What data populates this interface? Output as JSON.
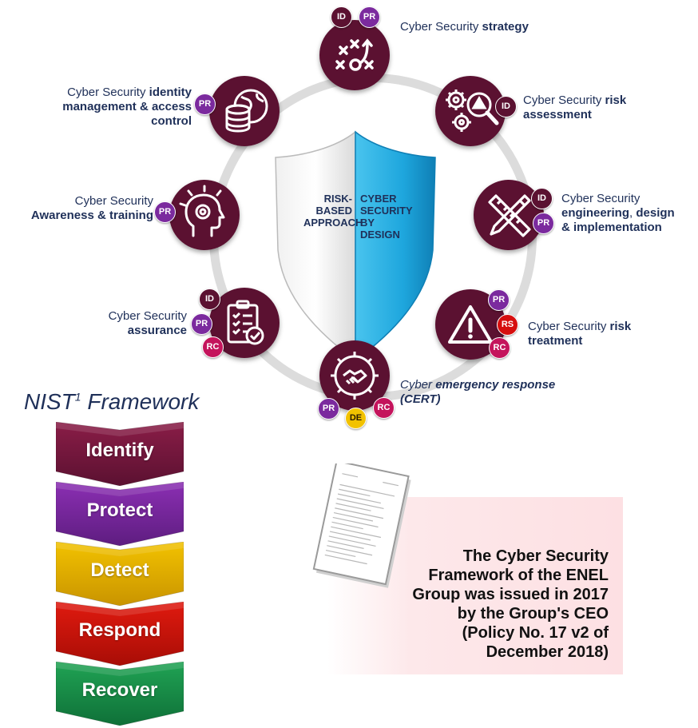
{
  "center": {
    "left": [
      "RISK-",
      "BASED",
      "APPROACH"
    ],
    "right": [
      "CYBER",
      "SECURITY",
      "BY",
      "DESIGN"
    ]
  },
  "nodes": {
    "strategy": {
      "pre": "Cyber Security ",
      "bold": "strategy",
      "badges": [
        "ID",
        "PR"
      ],
      "icon": "strategy-play-icon"
    },
    "risk_assessment": {
      "pre": "Cyber Security ",
      "bold1": "risk",
      "bold2": "assessment",
      "badges": [
        "ID"
      ],
      "icon": "gears-magnifier-icon"
    },
    "engineering": {
      "line1": "Cyber Security",
      "bold1": "engineering",
      "mid": ", ",
      "bold2": "design",
      "bold3": "& implementation",
      "badges": [
        "ID",
        "PR"
      ],
      "icon": "ruler-pencil-icon"
    },
    "risk_treatment": {
      "pre": "Cyber Security ",
      "bold1": "risk",
      "bold2": "treatment",
      "badges": [
        "PR",
        "RS",
        "RC"
      ],
      "icon": "warning-triangle-icon"
    },
    "emergency": {
      "pre": "Cyber ",
      "bold1": "emergency response",
      "bold2": "(CERT)",
      "badges": [
        "PR",
        "DE",
        "RC"
      ],
      "icon": "handshake-gear-icon"
    },
    "assurance": {
      "line1": "Cyber Security",
      "bold": "assurance",
      "badges": [
        "ID",
        "PR",
        "RC"
      ],
      "icon": "clipboard-check-icon"
    },
    "awareness": {
      "line1": "Cyber Security",
      "bold": "Awareness & training",
      "badges": [
        "PR"
      ],
      "icon": "head-target-icon"
    },
    "identity": {
      "pre": "Cyber Security ",
      "bold1": "identity",
      "bold2": "management & access",
      "bold3": "control",
      "badges": [
        "PR"
      ],
      "icon": "database-globe-icon"
    }
  },
  "nist": {
    "title": "NIST",
    "sup": "1",
    "title_rest": " Framework",
    "steps": [
      {
        "label": "Identify",
        "color": "#8a1d47",
        "dark": "#5b1131"
      },
      {
        "label": "Protect",
        "color": "#8b2fb3",
        "dark": "#5e1d80"
      },
      {
        "label": "Detect",
        "color": "#f2c200",
        "dark": "#c99400"
      },
      {
        "label": "Respond",
        "color": "#e01a0f",
        "dark": "#a80d06"
      },
      {
        "label": "Recover",
        "color": "#20a354",
        "dark": "#0f7038"
      }
    ]
  },
  "policy": {
    "lines": [
      "The Cyber Security",
      "Framework of the ENEL",
      "Group was issued in 2017",
      "by the Group's CEO",
      "(Policy No. 17 v2 of",
      "December 2018)"
    ]
  }
}
